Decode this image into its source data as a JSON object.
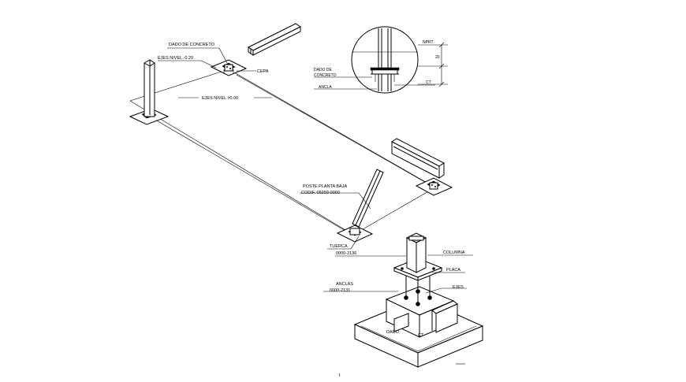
{
  "labels": {
    "dado_concreto_top": "DADO DE CONCRETO",
    "ejes_nivel_neg": "EJES NIVEL -0.20",
    "cepa": "CEPA",
    "ejes_nivel_cero": "EJES NIVEL ±0.00",
    "nprt": "NPRT",
    "dim_20": "20",
    "dado_de": "DADO DE",
    "concreto": "CONCRETO",
    "ancla_detail": "ANCLA",
    "ct_detail": "CT",
    "poste_planta_baja": "POSTE PLANTA BAJA",
    "codif": "CODIF. 05250-0000",
    "tuerca": "TUERCA",
    "tuerca_code": "0000-2136",
    "columna": "COLUMNA",
    "placa": "PLACA",
    "anclas": "ANCLAS",
    "anclas_code": "0000-2131",
    "ejes": "EJES",
    "dado": "DADO",
    "ct_base": "CT"
  }
}
